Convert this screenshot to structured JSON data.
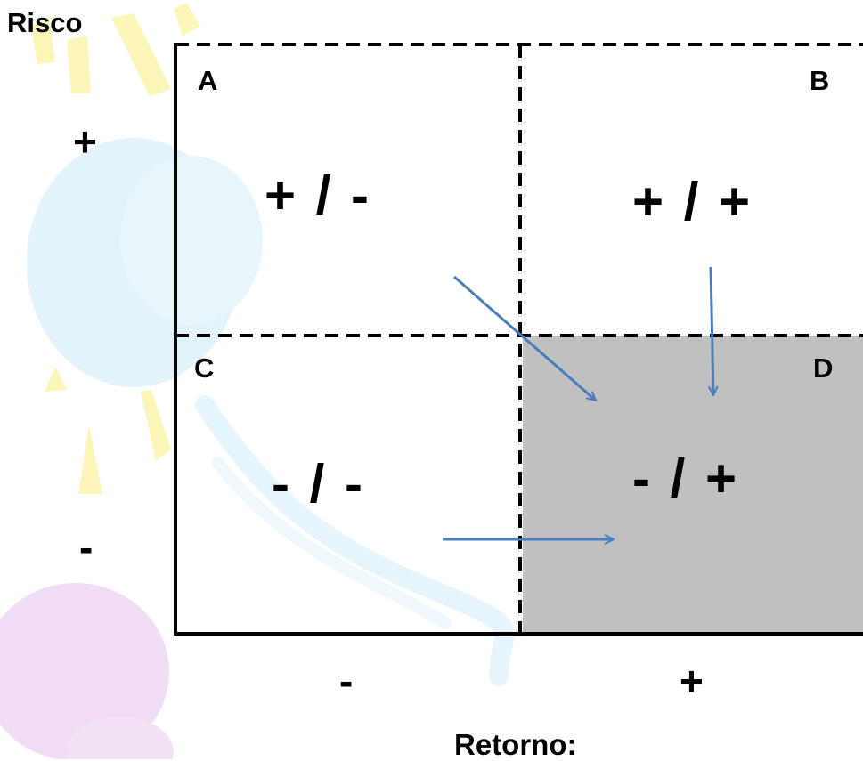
{
  "axes": {
    "y_title": "Risco",
    "x_title": "Retorno:",
    "y_high": "+",
    "y_low": "-",
    "x_low": "-",
    "x_high": "+"
  },
  "quadrants": [
    {
      "letter": "A",
      "sign": "+ / -",
      "highlighted": false
    },
    {
      "letter": "B",
      "sign": "+ / +",
      "highlighted": false
    },
    {
      "letter": "C",
      "sign": "- / -",
      "highlighted": false
    },
    {
      "letter": "D",
      "sign": "- / +",
      "highlighted": true
    }
  ],
  "arrows": [
    {
      "from": "A",
      "to": "D"
    },
    {
      "from": "B",
      "to": "D"
    },
    {
      "from": "C",
      "to": "D"
    }
  ],
  "colors": {
    "highlight_fill": "#c0c0c0",
    "arrow": "#4a7ebb",
    "axis": "#000000",
    "watermark_blue": "#e3f3fb",
    "watermark_purple": "#f0dcf5",
    "watermark_yellow": "#fbf6b8"
  }
}
